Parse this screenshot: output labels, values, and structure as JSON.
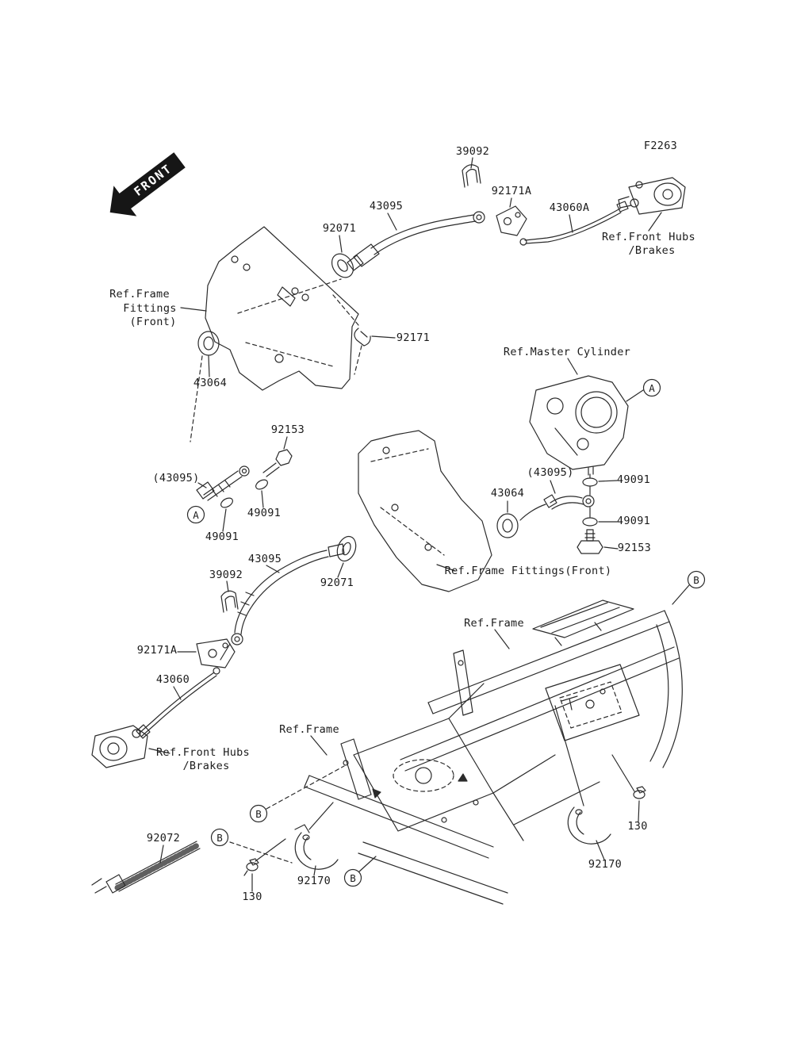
{
  "figure_code": "F2263",
  "stamp": {
    "front": "FRONT"
  },
  "callouts": {
    "a": "A",
    "b": "B"
  },
  "colors": {
    "line": "#2b2b2b",
    "text": "#1b1b1b",
    "background": "#ffffff"
  },
  "labels": {
    "p39092_top": "39092",
    "p92171a_top": "92171A",
    "p43095_top": "43095",
    "p43060a": "43060A",
    "p92071_top": "92071",
    "ref_front_hubs_line1": "Ref.Front Hubs",
    "ref_front_hubs_line2": "/Brakes",
    "ref_frame_fittings_l1": "Ref.Frame",
    "ref_frame_fittings_l2": "Fittings",
    "ref_frame_fittings_l3": "(Front)",
    "p92171": "92171",
    "ref_master_cylinder": "Ref.Master Cylinder",
    "p43064_left": "43064",
    "p92153_left": "92153",
    "p43095_paren_left": "(43095)",
    "p43095_paren_right": "(43095)",
    "p49091_right1": "49091",
    "p43064_right": "43064",
    "p49091_left1": "49091",
    "p49091_right2": "49091",
    "p49091_left2": "49091",
    "p92153_right": "92153",
    "p43095_mid": "43095",
    "p39092_mid": "39092",
    "p92071_mid": "92071",
    "ref_frame_fittings_front_inline": "Ref.Frame Fittings(Front)",
    "ref_frame_right": "Ref.Frame",
    "p92171a_mid": "92171A",
    "p43060": "43060",
    "ref_frame_left": "Ref.Frame",
    "ref_front_hubs_bot_line1": "Ref.Front Hubs",
    "ref_front_hubs_bot_line2": "/Brakes",
    "p130_right": "130",
    "p92072": "92072",
    "p92170_right": "92170",
    "p92170_left": "92170",
    "p130_left": "130"
  }
}
